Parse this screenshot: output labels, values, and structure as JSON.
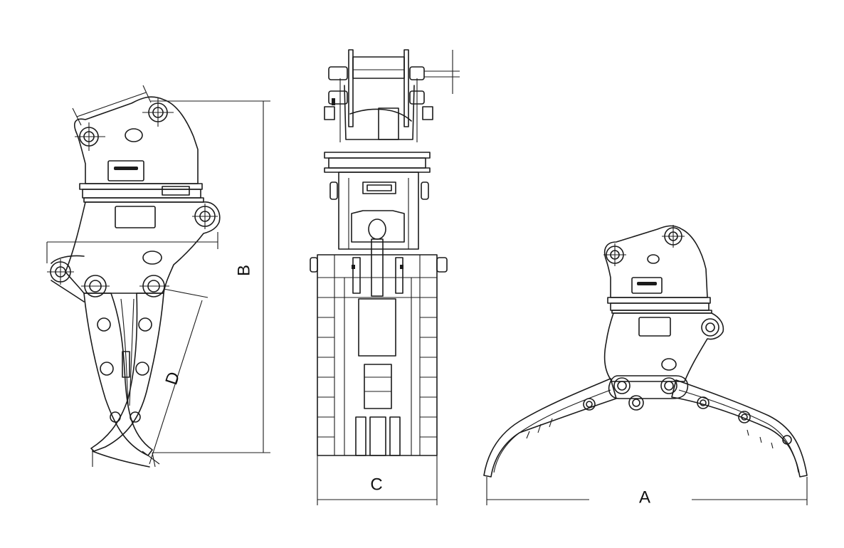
{
  "dimensions": {
    "a": "A",
    "b": "B",
    "c": "C",
    "d": "D"
  },
  "colors": {
    "line": "#1b1b1b",
    "background": "#ffffff"
  }
}
